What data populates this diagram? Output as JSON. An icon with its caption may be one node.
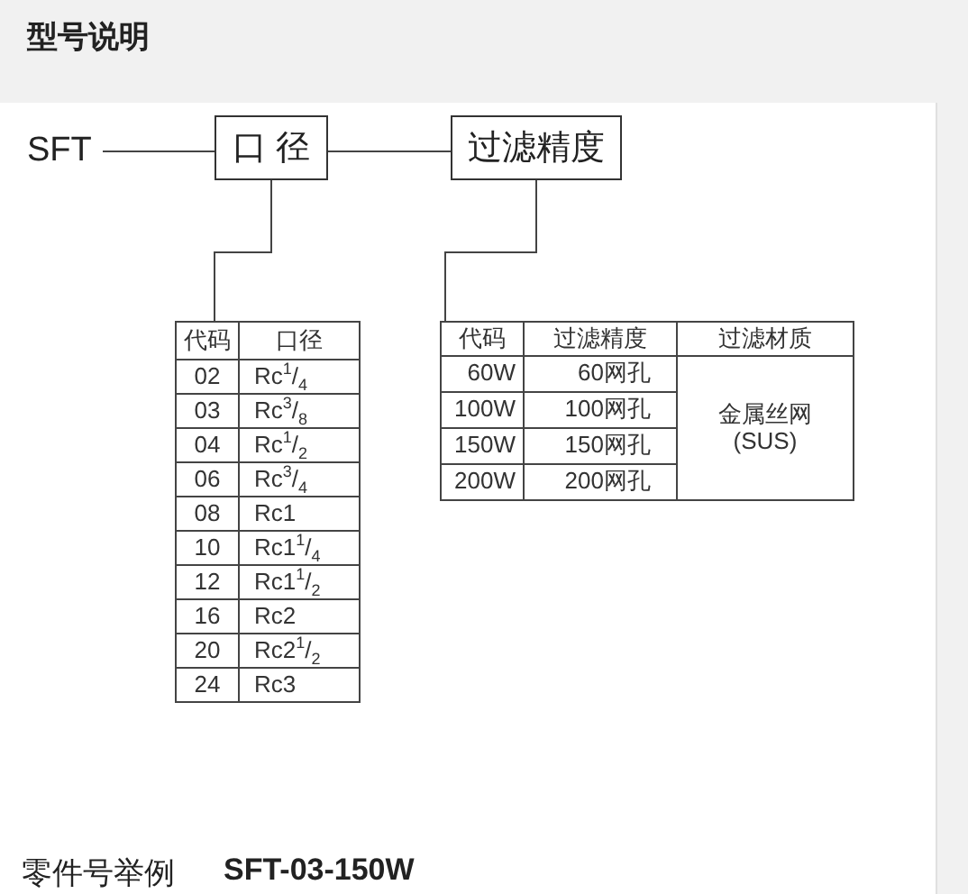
{
  "diagram": {
    "title": "型号说明",
    "nodes": [
      {
        "text": [
          "SFT"
        ]
      },
      {
        "text": [
          "口 径"
        ]
      },
      {
        "text": [
          "过滤精度"
        ]
      },
      {
        "text": [
          "代码",
          "口径",
          "02",
          "Rc$^{1}$/$_{4}$",
          "03",
          "Rc$^{3}$/$_{8}$",
          "04",
          "Rc$^{1}$/$_{2}$",
          "06",
          "Rc$^{3}$/$_{4}$",
          "08",
          "Rc1",
          "10",
          "Rc1$^{1}$/$_{4}$",
          "12",
          "Rc1$^{1}$/$_{2}$",
          "16",
          "Rc2",
          "20",
          "Rc2$^{1}$/$_{2}$",
          "24",
          "Rc3"
        ]
      },
      {
        "text": [
          "代码",
          "过滤精度",
          "过滤材质",
          "60W",
          "60网孔",
          "金属丝网 (SUS)",
          "100W",
          "100网孔",
          "150W",
          "150网孔",
          "200W",
          "200网孔"
        ]
      }
    ],
    "edges": [
      {
        "from": 0,
        "to": 1,
        "arrow": "none"
      },
      {
        "from": 1,
        "to": 2,
        "arrow": "none"
      },
      {
        "from": 1,
        "to": 3,
        "arrow": "none"
      },
      {
        "from": 2,
        "to": 4,
        "arrow": "none"
      }
    ],
    "labels": [
      "零件号举例",
      "SFT-03-150W"
    ]
  }
}
